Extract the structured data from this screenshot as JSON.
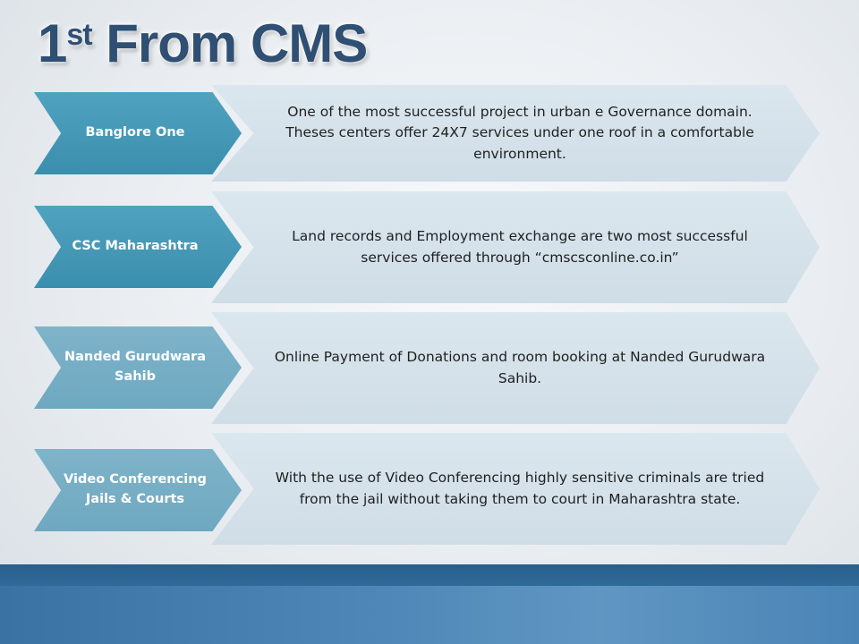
{
  "title": {
    "main": "From CMS",
    "number": "1",
    "suffix": "st"
  },
  "rows": [
    {
      "label": "Banglore One",
      "description": "One of the most successful project in urban e Governance domain. Theses  centers offer 24X7 services under one roof in a comfortable environment."
    },
    {
      "label": "CSC Maharashtra",
      "description": "Land records and Employment exchange are two most successful services offered through “cmscsconline.co.in”"
    },
    {
      "label": "Nanded Gurudwara Sahib",
      "description": "Online Payment of Donations and room booking at Nanded Gurudwara Sahib."
    },
    {
      "label": "Video Conferencing Jails & Courts",
      "description": "With the use of Video Conferencing  highly sensitive criminals are tried from the jail without taking them to court in Maharashtra state."
    }
  ],
  "colors": {
    "title": "#2f4f73",
    "tag": "#3b8fae",
    "tag_light": "#6ea8c0",
    "description_bg": "#d3e0e9",
    "footer_band": "#2a5f8c"
  }
}
